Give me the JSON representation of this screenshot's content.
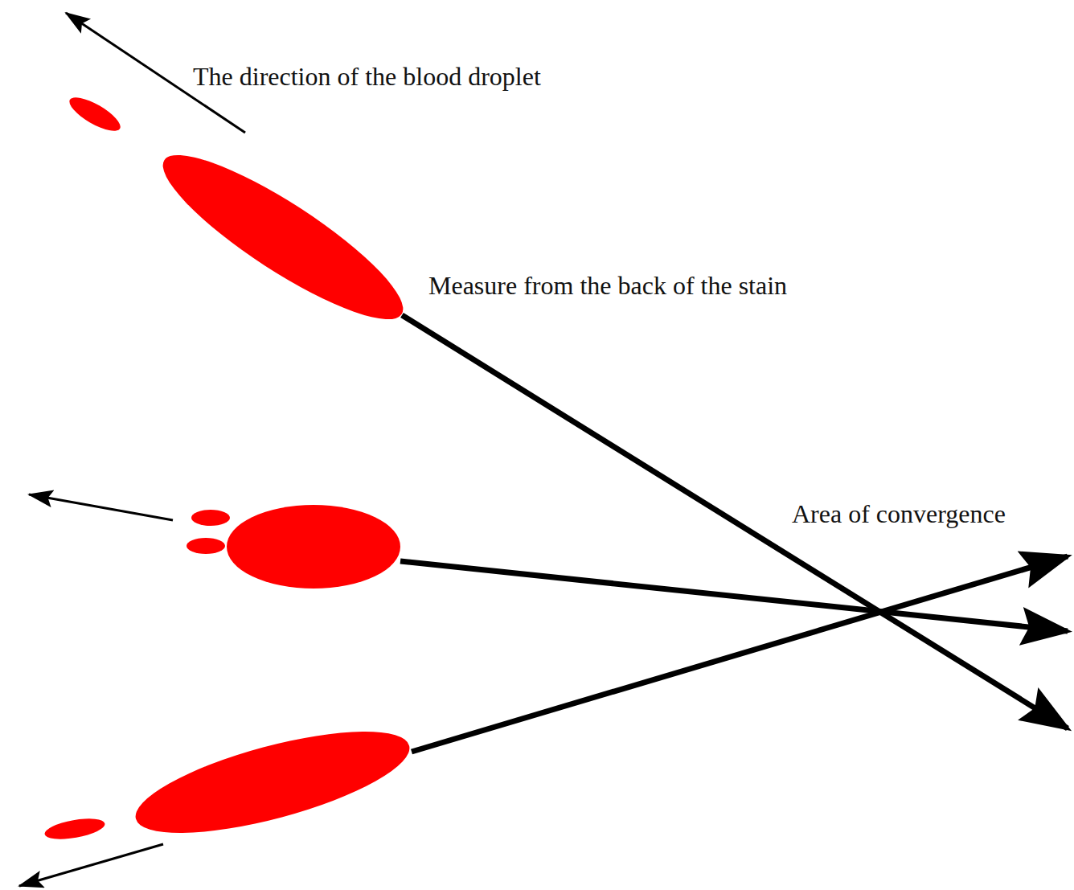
{
  "diagram": {
    "labels": [
      "The direction of the blood droplet",
      "Measure from the back of the stain",
      "Area of convergence"
    ]
  }
}
